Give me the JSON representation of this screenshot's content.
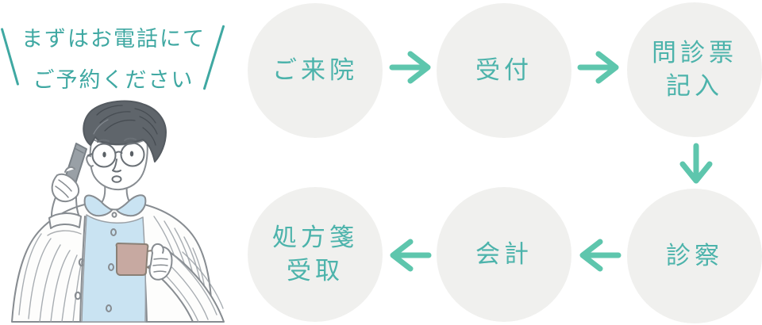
{
  "banner": {
    "line1": "まずはお電話にて",
    "line2": "ご予約ください"
  },
  "flow": {
    "steps": [
      {
        "id": "visit",
        "lines": [
          "ご来院"
        ]
      },
      {
        "id": "reception",
        "lines": [
          "受付"
        ]
      },
      {
        "id": "questionnaire",
        "lines": [
          "問診票",
          "記入"
        ]
      },
      {
        "id": "examination",
        "lines": [
          "診察"
        ]
      },
      {
        "id": "payment",
        "lines": [
          "会計"
        ]
      },
      {
        "id": "prescription-pickup",
        "lines": [
          "処方箋",
          "受取"
        ]
      }
    ]
  },
  "colors": {
    "circle_text_teal": "#4cb3ab",
    "arrow_teal": "#5ec6ad",
    "banner_teal": "#3fa8a2",
    "circle_background": "#f0f0ee",
    "shirt_blue": "#c9e3f2",
    "mug_pink": "#c7a9a1",
    "sketch_line_gray": "#878c91",
    "hair_gray": "#5f656b"
  }
}
